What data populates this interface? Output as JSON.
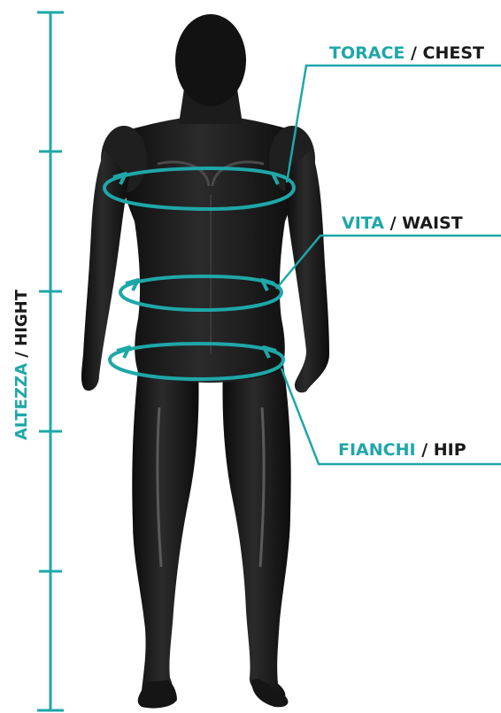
{
  "colors": {
    "accent": "#1fa7a8",
    "text_dark": "#1a1a1a",
    "body": "#1b1b1b"
  },
  "height_label": {
    "primary": "ALTEZZA",
    "separator": " / ",
    "secondary": "HIGHT"
  },
  "labels": [
    {
      "id": "chest",
      "primary": "TORACE",
      "separator": " / ",
      "secondary": "CHEST"
    },
    {
      "id": "waist",
      "primary": "VITA",
      "separator": " / ",
      "secondary": "WAIST"
    },
    {
      "id": "hip",
      "primary": "FIANCHI",
      "separator": " / ",
      "secondary": "HIP"
    }
  ]
}
